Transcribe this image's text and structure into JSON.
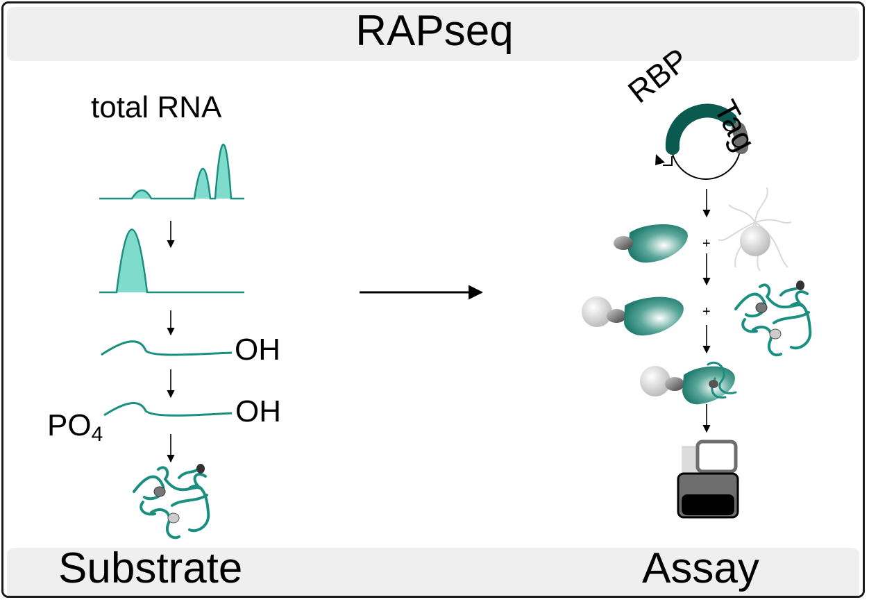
{
  "header": {
    "title": "RAPseq"
  },
  "footer": {
    "left": "Substrate",
    "right": "Assay"
  },
  "substrate": {
    "total_rna_label": "total RNA",
    "oh_label": "OH",
    "po4_text": "PO",
    "po4_subscript": "4"
  },
  "assay": {
    "rbp_label": "RBP",
    "tag_label": "Tag",
    "plus_sign": "+"
  },
  "colors": {
    "teal": "#1a8f80",
    "teal_dark": "#0b5a50",
    "teal_fill": "#7fdccc",
    "bead_gray": "#d9d9d9",
    "tag_gray": "#6e6e6e",
    "band_gray": "#efefef"
  },
  "icons": [
    "plasmid-icon",
    "rbp-protein-icon",
    "bead-icon",
    "rna-structure-icon",
    "sequencer-icon",
    "arrow-icon"
  ]
}
